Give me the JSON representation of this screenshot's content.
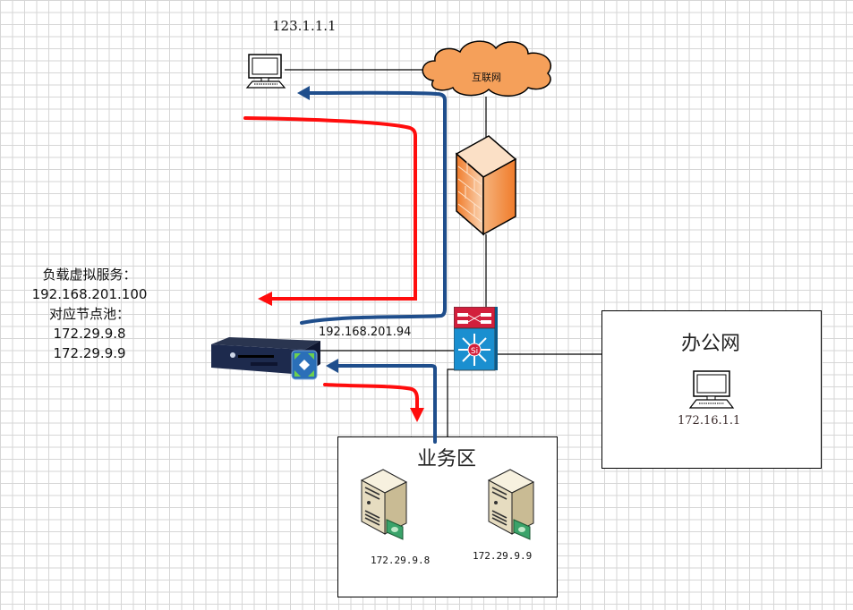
{
  "diagram": {
    "internet": {
      "label": "互联网",
      "color": "#f5a05a"
    },
    "external_pc": {
      "ip": "123.1.1.1"
    },
    "load_balancer": {
      "ip": "192.168.201.94",
      "info_lines": [
        "负载虚拟服务：",
        "192.168.201.100",
        "对应节点池：",
        "172.29.9.8",
        "172.29.9.9"
      ]
    },
    "office_zone": {
      "title": "办公网",
      "pc_ip": "172.16.1.1"
    },
    "business_zone": {
      "title": "业务区",
      "servers": [
        {
          "ip": "172.29.9.8"
        },
        {
          "ip": "172.29.9.9"
        }
      ]
    },
    "colors": {
      "request_path": "#ff0d0d",
      "response_path": "#1f4e8c",
      "link": "#000000",
      "grid": "#d6d6d6"
    }
  }
}
